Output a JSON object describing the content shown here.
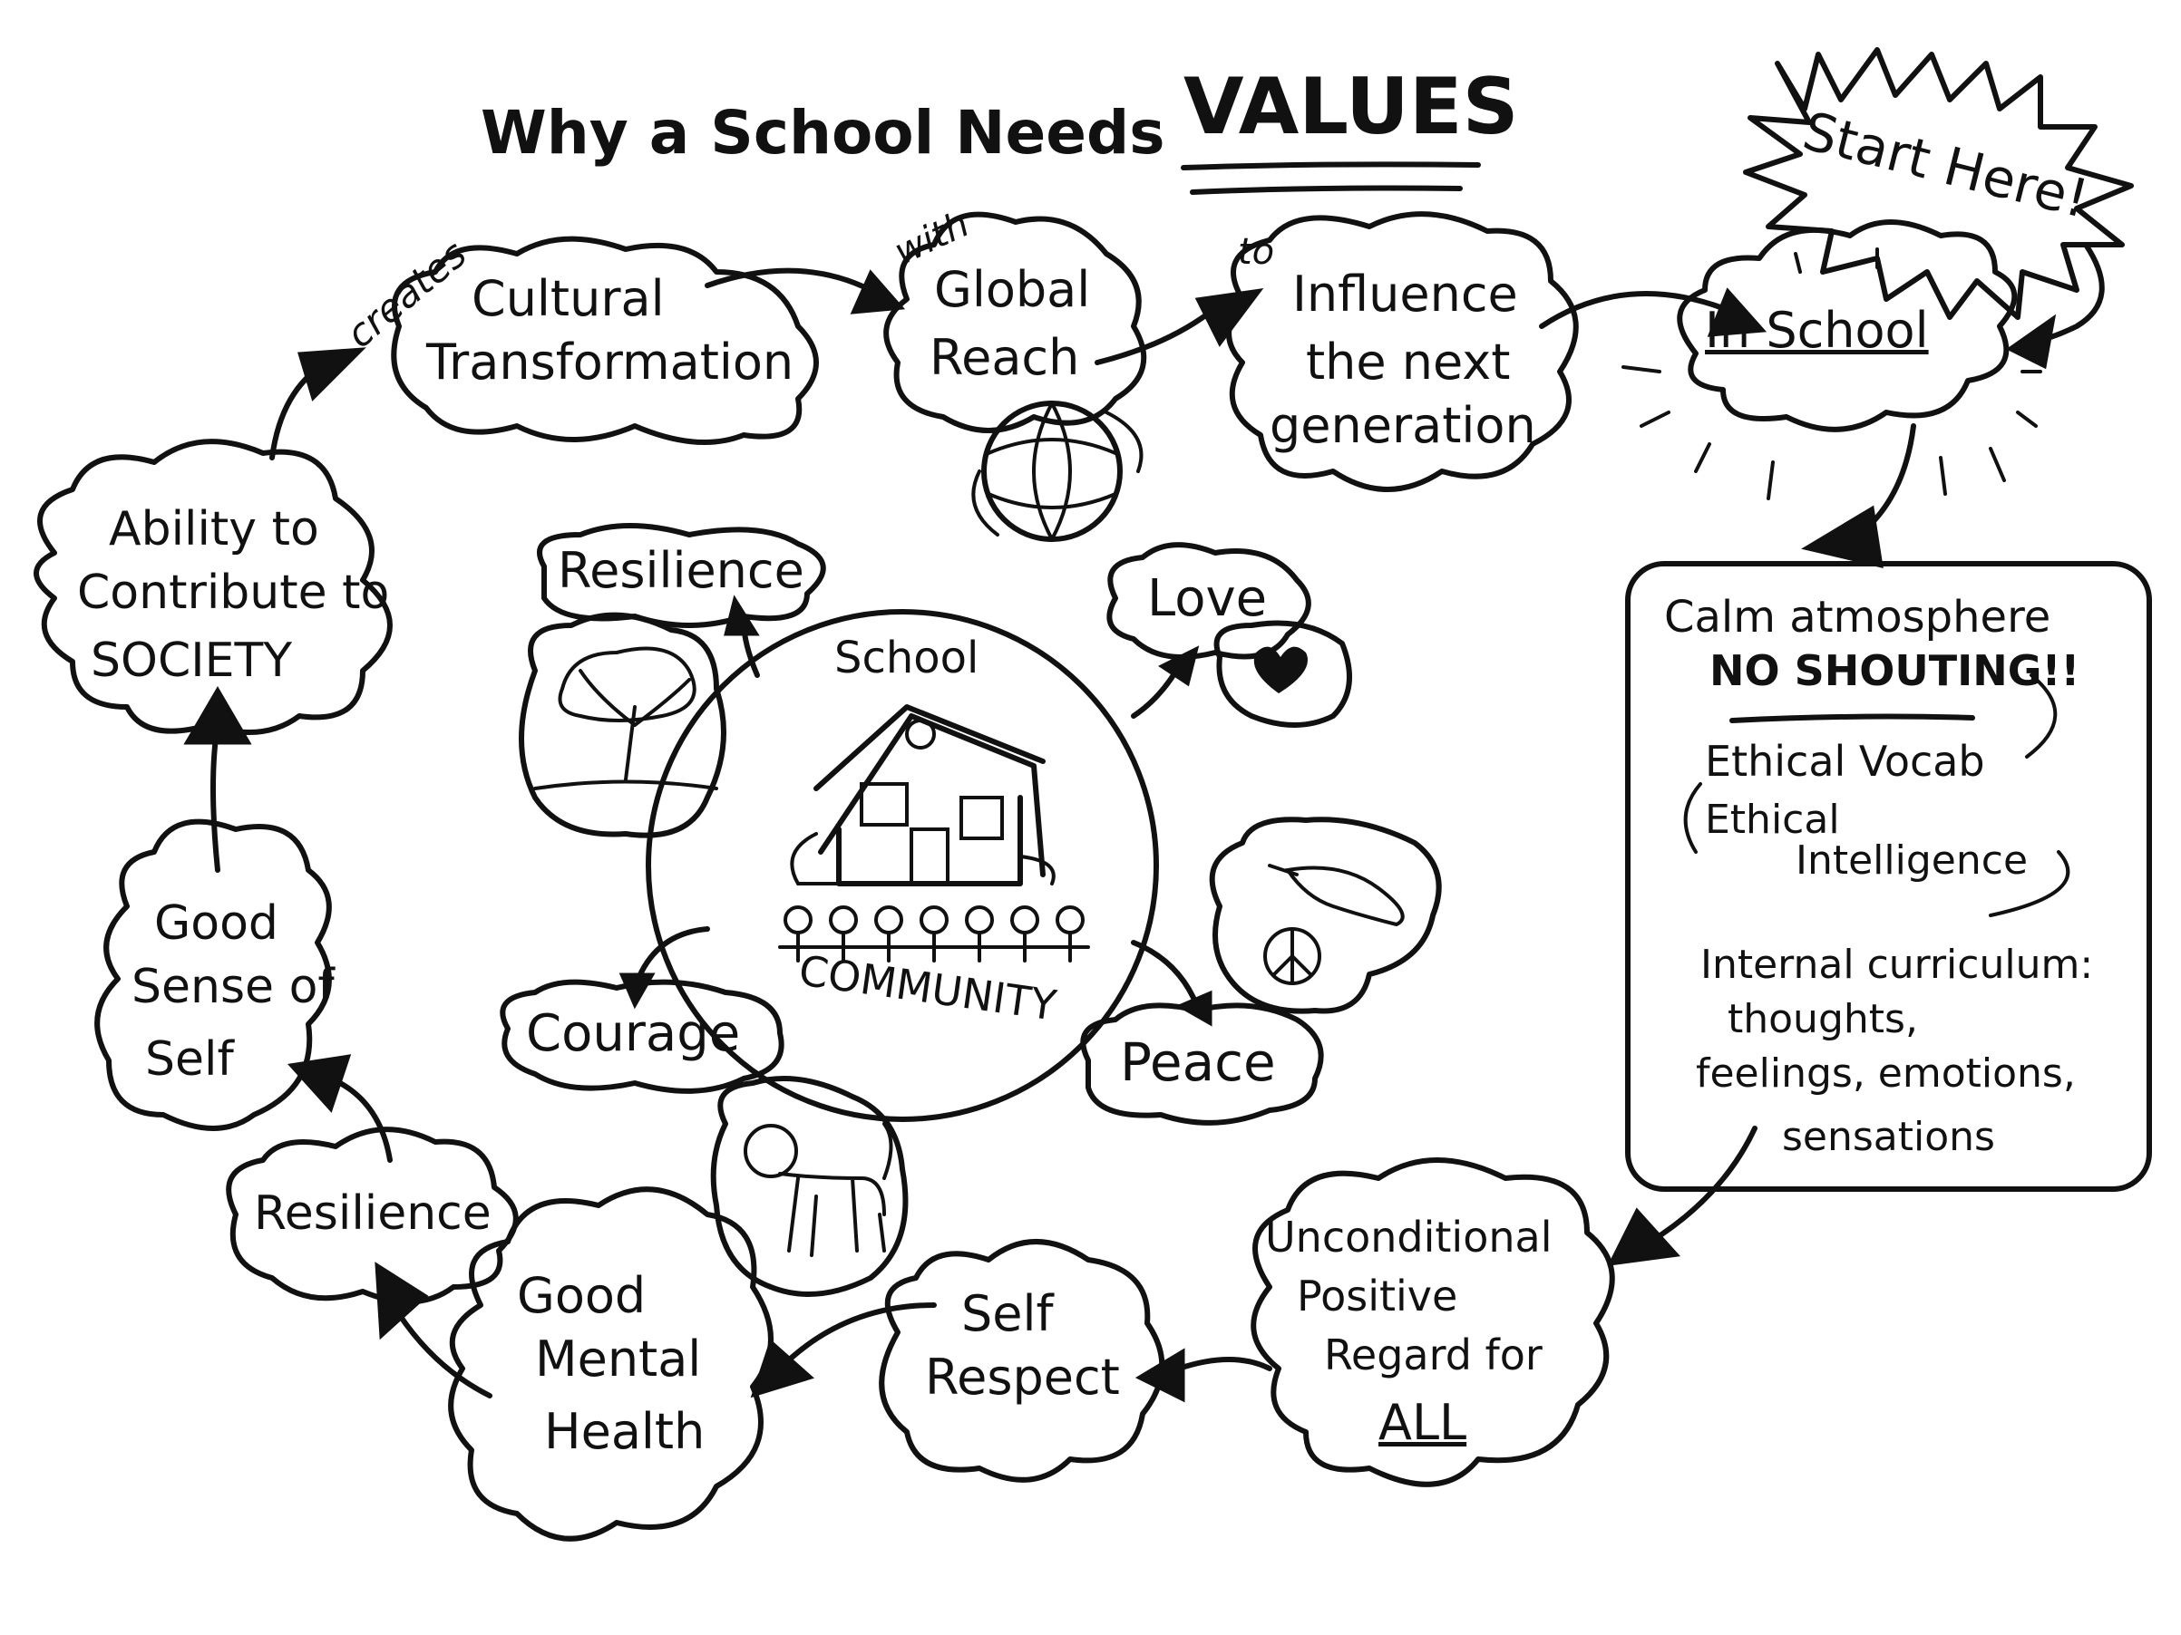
{
  "title": "Why a School Needs",
  "title_emphasis": "VALUES",
  "start_label": "Start Here!",
  "in_school": "In School",
  "box": {
    "line1": "Calm atmosphere",
    "line2": "NO SHOUTING!!",
    "line3": "Ethical Vocab",
    "line4": "Ethical",
    "line5": "Intelligence",
    "line6": "Internal curriculum:",
    "line7": "thoughts,",
    "line8": "feelings, emotions,",
    "line9": "sensations"
  },
  "cycle": {
    "unconditional": [
      "Unconditional",
      "Positive",
      "Regard for",
      "ALL"
    ],
    "self_respect": [
      "Self",
      "Respect"
    ],
    "mental_health": [
      "Good",
      "Mental",
      "Health"
    ],
    "resilience": "Resilience",
    "sense_of_self": [
      "Good",
      "Sense of",
      "Self"
    ],
    "society": [
      "Ability to",
      "Contribute to",
      "SOCIETY"
    ],
    "cultural": [
      "Cultural",
      "Transformation"
    ],
    "global": [
      "Global",
      "Reach"
    ],
    "influence": [
      "Influence",
      "the next",
      "generation"
    ]
  },
  "connectors": {
    "creates": "creates",
    "with": "with",
    "to": "to"
  },
  "center": {
    "school": "School",
    "community": "COMMUNITY",
    "values": [
      "Resilience",
      "Love",
      "Courage",
      "Peace"
    ]
  },
  "icons": [
    "tree-icon",
    "heart-icon",
    "lion-icon",
    "dove-icon",
    "peace-sign-icon",
    "globe-icon",
    "school-house-icon"
  ]
}
